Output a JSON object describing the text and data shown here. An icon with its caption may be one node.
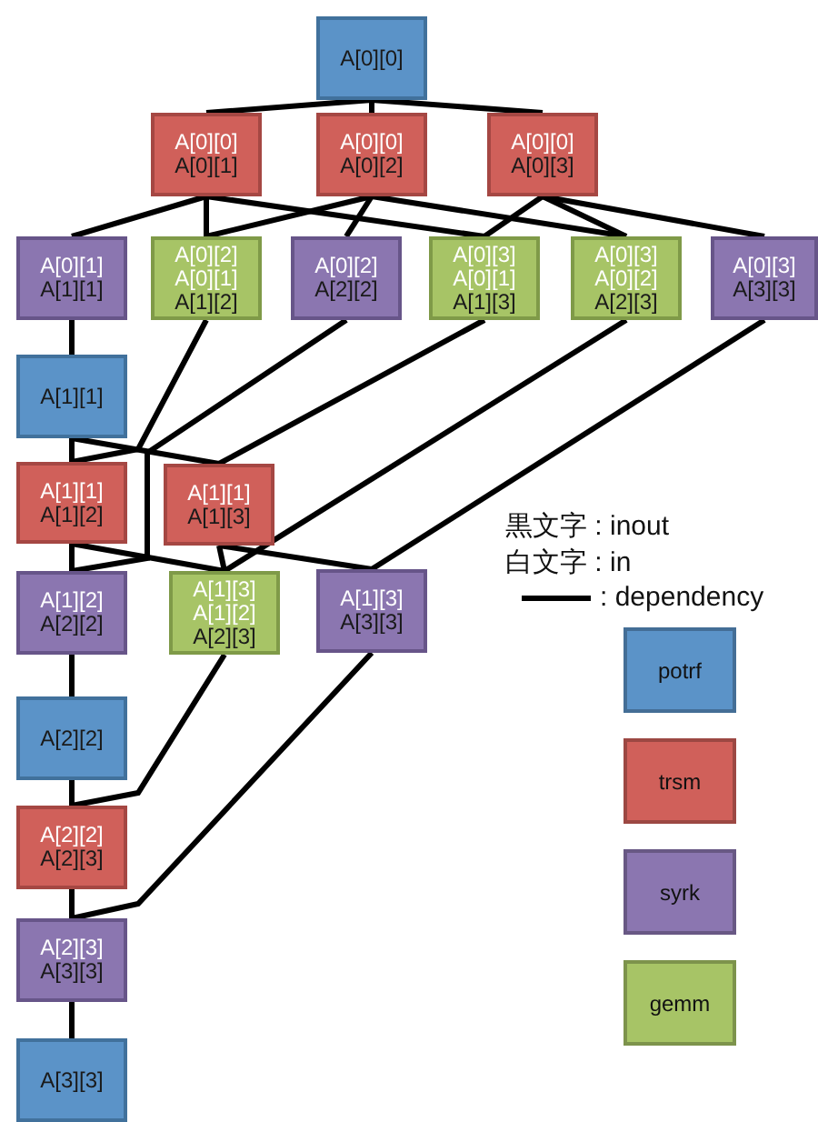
{
  "diagram": {
    "nodes": [
      {
        "text": [
          "A[0][0]"
        ]
      },
      {
        "text": [
          "A[0][0]",
          "A[0][1]"
        ]
      },
      {
        "text": [
          "A[0][0]",
          "A[0][2]"
        ]
      },
      {
        "text": [
          "A[0][0]",
          "A[0][3]"
        ]
      },
      {
        "text": [
          "A[0][1]",
          "A[1][1]"
        ]
      },
      {
        "text": [
          "A[0][2]",
          "A[0][1]",
          "A[1][2]"
        ]
      },
      {
        "text": [
          "A[0][2]",
          "A[2][2]"
        ]
      },
      {
        "text": [
          "A[0][3]",
          "A[0][1]",
          "A[1][3]"
        ]
      },
      {
        "text": [
          "A[0][3]",
          "A[0][2]",
          "A[2][3]"
        ]
      },
      {
        "text": [
          "A[0][3]",
          "A[3][3]"
        ]
      },
      {
        "text": [
          "A[1][1]"
        ]
      },
      {
        "text": [
          "A[1][1]",
          "A[1][2]"
        ]
      },
      {
        "text": [
          "A[1][1]",
          "A[1][3]"
        ]
      },
      {
        "text": [
          "A[1][2]",
          "A[2][2]"
        ]
      },
      {
        "text": [
          "A[1][3]",
          "A[1][2]",
          "A[2][3]"
        ]
      },
      {
        "text": [
          "A[1][3]",
          "A[3][3]"
        ]
      },
      {
        "text": [
          "A[2][2]"
        ]
      },
      {
        "text": [
          "A[2][2]",
          "A[2][3]"
        ]
      },
      {
        "text": [
          "A[2][3]",
          "A[3][3]"
        ]
      },
      {
        "text": [
          "A[3][3]"
        ]
      }
    ],
    "edges": [
      {
        "from": 0,
        "to": 1,
        "arrow": "none"
      },
      {
        "from": 0,
        "to": 2,
        "arrow": "none"
      },
      {
        "from": 0,
        "to": 3,
        "arrow": "none"
      },
      {
        "from": 1,
        "to": 4,
        "arrow": "none"
      },
      {
        "from": 1,
        "to": 5,
        "arrow": "none"
      },
      {
        "from": 1,
        "to": 7,
        "arrow": "none"
      },
      {
        "from": 2,
        "to": 5,
        "arrow": "none"
      },
      {
        "from": 2,
        "to": 6,
        "arrow": "none"
      },
      {
        "from": 2,
        "to": 8,
        "arrow": "none"
      },
      {
        "from": 3,
        "to": 7,
        "arrow": "none"
      },
      {
        "from": 3,
        "to": 8,
        "arrow": "none"
      },
      {
        "from": 3,
        "to": 9,
        "arrow": "none"
      },
      {
        "from": 4,
        "to": 10,
        "arrow": "none"
      },
      {
        "from": 5,
        "to": 11,
        "arrow": "none"
      },
      {
        "from": 6,
        "to": 13,
        "arrow": "none"
      },
      {
        "from": 7,
        "to": 12,
        "arrow": "none"
      },
      {
        "from": 8,
        "to": 14,
        "arrow": "none"
      },
      {
        "from": 9,
        "to": 15,
        "arrow": "none"
      },
      {
        "from": 10,
        "to": 11,
        "arrow": "none"
      },
      {
        "from": 10,
        "to": 12,
        "arrow": "none"
      },
      {
        "from": 11,
        "to": 13,
        "arrow": "none"
      },
      {
        "from": 11,
        "to": 14,
        "arrow": "none"
      },
      {
        "from": 12,
        "to": 14,
        "arrow": "none"
      },
      {
        "from": 12,
        "to": 15,
        "arrow": "none"
      },
      {
        "from": 13,
        "to": 16,
        "arrow": "none"
      },
      {
        "from": 14,
        "to": 17,
        "arrow": "none"
      },
      {
        "from": 15,
        "to": 18,
        "arrow": "none"
      },
      {
        "from": 16,
        "to": 17,
        "arrow": "none"
      },
      {
        "from": 17,
        "to": 18,
        "arrow": "none"
      },
      {
        "from": 18,
        "to": 19,
        "arrow": "none"
      }
    ],
    "labels": [
      "黒文字 : inout",
      "白文字 : in"
    ],
    "legend": [
      {
        "text": ": dependency"
      },
      {
        "text": "potrf",
        "color": "#5b93c8"
      },
      {
        "text": "trsm",
        "color": "#d0605a"
      },
      {
        "text": "syrk",
        "color": "#8b76b0"
      },
      {
        "text": "gemm",
        "color": "#a7c466"
      }
    ]
  }
}
